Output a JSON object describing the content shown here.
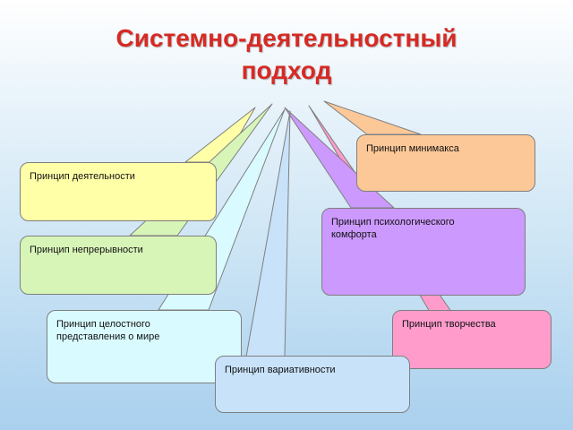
{
  "title": {
    "line1": "Системно-деятельностный",
    "line2": "подход"
  },
  "colors": {
    "title": "#d62a24",
    "deyatelnosti": "#ffffa8",
    "nepreryvnosti": "#d8f5b8",
    "tselostnogo": "#d9fbff",
    "variativnosti": "#c8e2fa",
    "minimaksa": "#fcc898",
    "komforta": "#cc99ff",
    "tvorchestva": "#ff9ccc"
  },
  "principles": {
    "deyatelnosti": "Принцип деятельности",
    "nepreryvnosti": "Принцип непрерывности",
    "tselostnogo_line1": "Принцип целостного",
    "tselostnogo_line2": "представления о мире",
    "variativnosti": "Принцип вариативности",
    "minimaksa": "Принцип минимакса",
    "komforta_line1": "Принцип психологического",
    "komforta_line2": "комфорта",
    "tvorchestva": "Принцип творчества"
  }
}
